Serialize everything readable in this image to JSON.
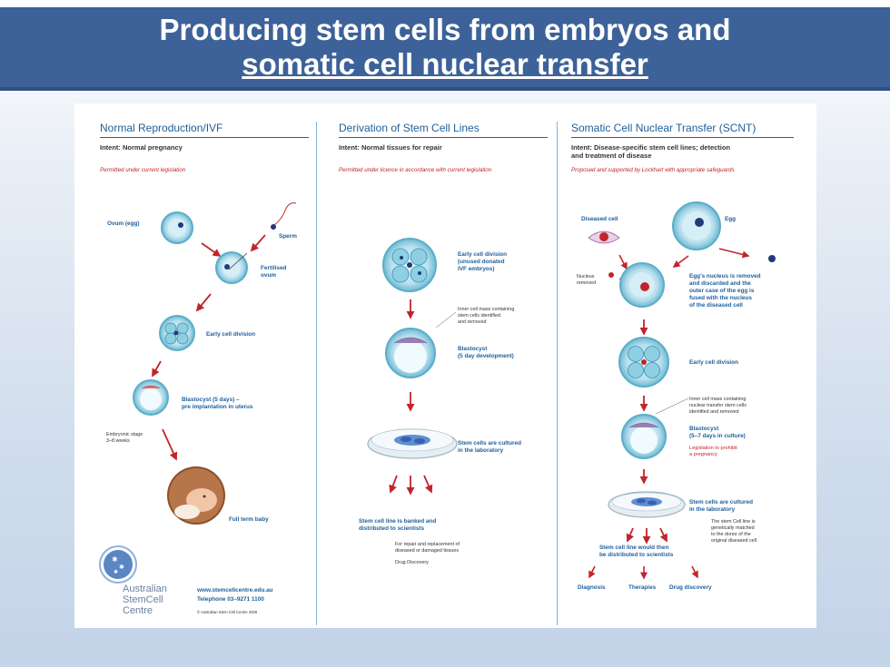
{
  "title": {
    "line1": "Producing stem cells from embryos and",
    "line2": "somatic cell nuclear transfer"
  },
  "colors": {
    "title_bar": "#3d6299",
    "heading_blue": "#1d5f9b",
    "accent_red": "#c2242a",
    "cell_teal": "#7fc6dc"
  },
  "columns": [
    {
      "heading": "Normal Reproduction/IVF",
      "intent": "Intent:  Normal pregnancy",
      "permit": "Permitted under current legislation",
      "labels": {
        "ovum": "Ovum (egg)",
        "sperm": "Sperm",
        "fertilised": "Fertilised\novum",
        "early": "Early cell division",
        "blastocyst": "Blastocyst (5 days) –\npre implantation in uterus",
        "embryonic": "Embryonic stage\n3–8 weeks",
        "baby": "Full term baby"
      }
    },
    {
      "heading": "Derivation of Stem Cell Lines",
      "intent": "Intent:  Normal tissues for repair",
      "permit": "Permitted under licence in accordance with current legislation",
      "labels": {
        "early": "Early cell division\n(unused donated\nIVF embryos)",
        "inner": "Inner cell mass containing\nstem cells identified\nand removed",
        "blastocyst": "Blastocyst\n(5 day development)",
        "cultured": "Stem cells are cultured\nin the laboratory",
        "banked": "Stem cell line is banked and\ndistributed to scientists",
        "repair": "For repair and replacement of\ndiseased or damaged tissues",
        "drug": "Drug Discovery"
      }
    },
    {
      "heading": "Somatic Cell Nuclear Transfer (SCNT)",
      "intent": "Intent:  Disease-specific stem cell lines; detection\nand treatment of disease",
      "permit": "Proposed and supported by Lockhart with appropriate safeguards",
      "labels": {
        "diseased": "Diseased cell",
        "egg": "Egg",
        "nucleus": "Nucleus\nremoved",
        "eggs_nucleus": "Egg's nucleus is removed\nand discarded and the\nouter case of the egg is\nfused with the nucleus\nof the diseased cell",
        "early": "Early cell division",
        "inner": "Inner cell mass containing\nnuclear transfer stem cells\nidentified and removed",
        "blastocyst": "Blastocyst\n(5–7 days in culture)",
        "legislation": "Legislation to prohibit\na pregnancy",
        "cultured": "Stem cells are cultured\nin the laboratory",
        "matched": "The stem Cell line is\ngenetically matched\nto the donor of the\noriginal diseased cell",
        "distributed": "Stem cell line would then\nbe distributed to scientists",
        "diagnosis": "Diagnosis",
        "therapies": "Therapies",
        "drug": "Drug discovery"
      }
    }
  ],
  "footer": {
    "logo_line1": "Australian",
    "logo_line2": "StemCell",
    "logo_line3": "Centre",
    "website": "www.stemcellcentre.edu.au",
    "telephone": "Telephone 03–9271 1100",
    "copyright": "© Australian Stem Cell Centre 2006"
  }
}
